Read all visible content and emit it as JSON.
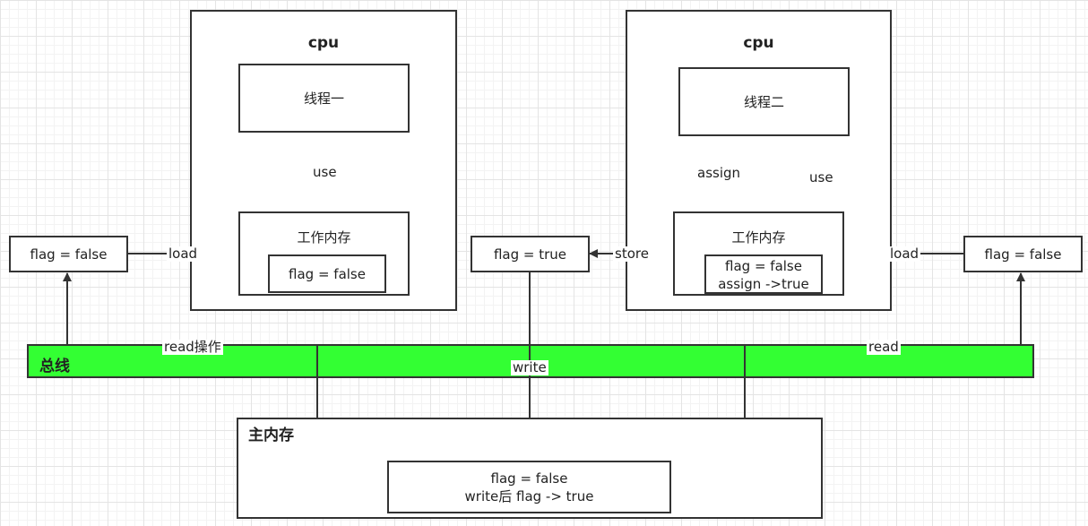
{
  "bus": {
    "label": "总线",
    "read_left_label": "read操作",
    "write_label": "write",
    "read_right_label": "read"
  },
  "cpu1": {
    "title": "cpu",
    "thread_label": "线程一",
    "use_label": "use",
    "working_memory_label": "工作内存",
    "working_memory_value": "flag = false"
  },
  "cpu2": {
    "title": "cpu",
    "thread_label": "线程二",
    "assign_label": "assign",
    "use_label": "use",
    "working_memory_label": "工作内存",
    "working_memory_line1": "flag = false",
    "working_memory_line2": "assign ->true"
  },
  "left_flag": {
    "value": "flag = false",
    "load_label": "load"
  },
  "middle_flag": {
    "value": "flag = true",
    "store_label": "store"
  },
  "right_flag": {
    "value": "flag = false",
    "load_label": "load"
  },
  "main_memory": {
    "title": "主内存",
    "line1": "flag = false",
    "line2": "write后 flag -> true"
  }
}
